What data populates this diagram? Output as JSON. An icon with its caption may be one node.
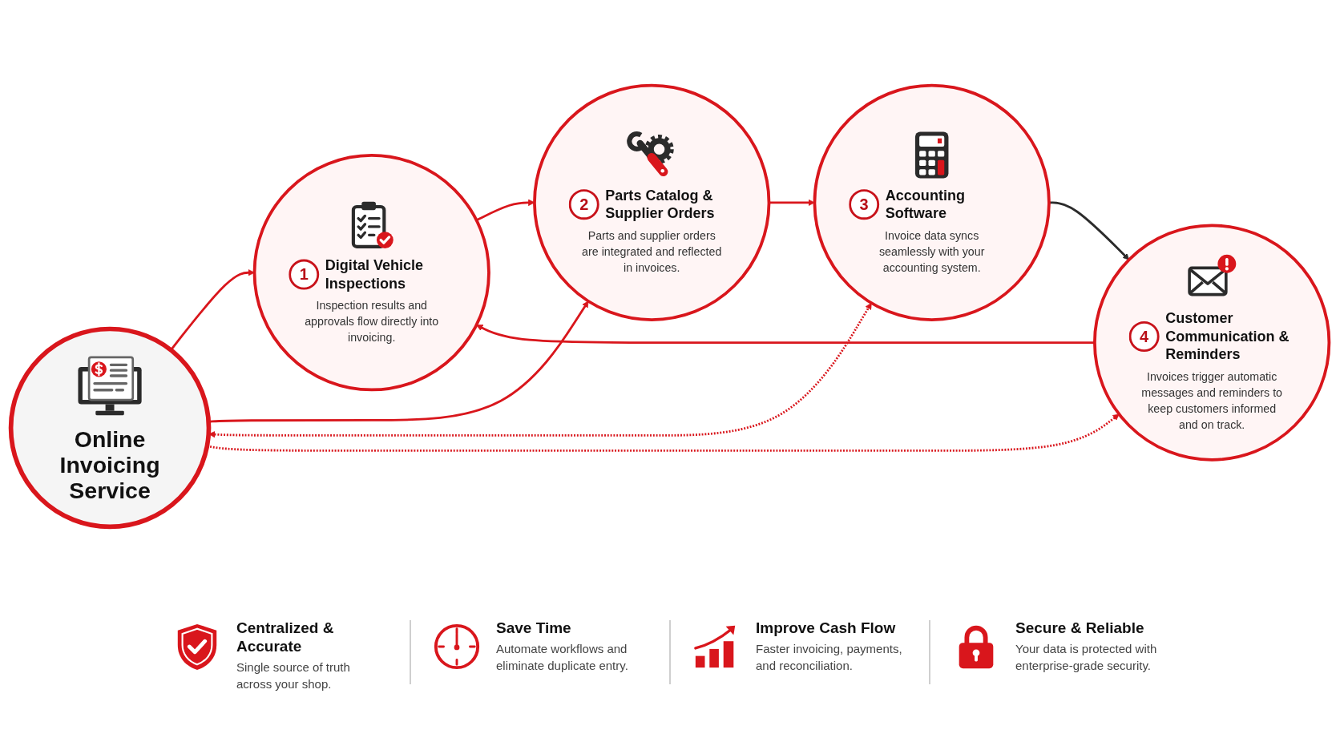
{
  "diagram": {
    "nodes": [
      {
        "text": [
          "Online Invoicing Service"
        ]
      },
      {
        "text": [
          "1",
          "Digital Vehicle Inspections",
          "Inspection results and approvals flow directly into invoicing."
        ]
      },
      {
        "text": [
          "2",
          "Parts Catalog & Supplier Orders",
          "Parts and supplier orders are integrated and reflected in invoices."
        ]
      },
      {
        "text": [
          "3",
          "Accounting Software",
          "Invoice data syncs seamlessly with your accounting system."
        ]
      },
      {
        "text": [
          "4",
          "Customer Communication & Reminders",
          "Invoices trigger automatic messages and reminders to keep customers informed and on track."
        ]
      }
    ],
    "edges": [
      {
        "from": 1,
        "to": 2,
        "arrow": "to"
      },
      {
        "from": 2,
        "to": 3,
        "arrow": "to"
      },
      {
        "from": 3,
        "to": 4,
        "arrow": "to",
        "color": "#2b2b2b"
      },
      {
        "from": 4,
        "to": 1,
        "arrow": "to"
      },
      {
        "from": 0,
        "to": 1,
        "arrow": "to"
      },
      {
        "from": 0,
        "to": 2,
        "arrow": "to"
      },
      {
        "from": 0,
        "to": 3,
        "arrow": "both",
        "style": "dashed"
      },
      {
        "from": 0,
        "to": 4,
        "arrow": "to",
        "style": "dashed"
      }
    ],
    "labels": [
      "Centralized & Accurate",
      "Single source of truth across your shop.",
      "Save Time",
      "Automate workflows and eliminate duplicate entry.",
      "Improve Cash Flow",
      "Faster invoicing, payments, and reconciliation.",
      "Secure & Reliable",
      "Your data is protected with enterprise-grade security."
    ]
  }
}
